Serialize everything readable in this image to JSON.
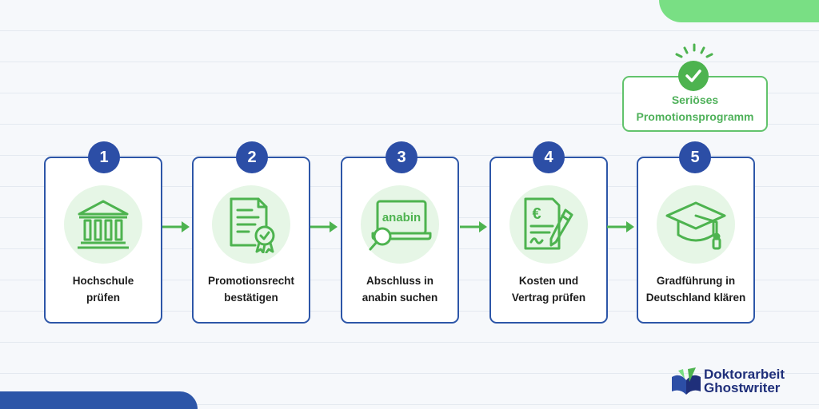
{
  "steps": [
    {
      "number": "1",
      "line1": "Hochschule",
      "line2": "prüfen",
      "icon": "university-building-icon"
    },
    {
      "number": "2",
      "line1": "Promotionsrecht",
      "line2": "bestätigen",
      "icon": "certificate-icon"
    },
    {
      "number": "3",
      "line1": "Abschluss in",
      "line2": "anabin suchen",
      "icon": "laptop-search-icon",
      "icon_text": "anabin"
    },
    {
      "number": "4",
      "line1": "Kosten und",
      "line2": "Vertrag prüfen",
      "icon": "contract-euro-icon",
      "icon_text": "€"
    },
    {
      "number": "5",
      "line1": "Gradführung in",
      "line2": "Deutschland klären",
      "icon": "graduation-cap-icon"
    }
  ],
  "callout": {
    "line1": "Seriöses",
    "line2": "Promotionsprogramm",
    "icon": "check-icon"
  },
  "logo": {
    "line1": "Doktorarbeit",
    "line2": "Ghostwriter",
    "icon": "book-pen-logo-icon"
  },
  "colors": {
    "primary_blue": "#2c4ea6",
    "accent_green": "#4db34f",
    "light_green": "#e6f6e6",
    "top_corner": "#79df84"
  }
}
